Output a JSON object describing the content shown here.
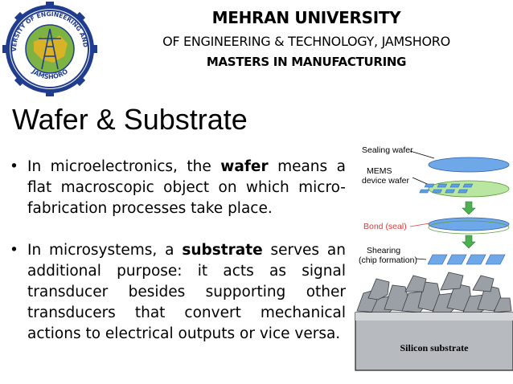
{
  "header": {
    "line1": "MEHRAN UNIVERSITY",
    "line2": "OF ENGINEERING & TECHNOLOGY, JAMSHORO",
    "line3": "MASTERS IN MANUFACTURING"
  },
  "logo": {
    "ring_text_top": "MEHRAN UNIVERSITY OF ENGINEERING AND TECHNOLOGY",
    "ring_text_bottom": "JAMSHORO",
    "colors": {
      "blue": "#1f3c8f",
      "green": "#7cb342",
      "gold": "#e8b320"
    }
  },
  "slide": {
    "title": "Wafer & Substrate",
    "bullets": [
      {
        "marker": "•",
        "before": "In microelectronics, the ",
        "bold": "wafer",
        "after": " means a flat macroscopic object on which micro-fabrication processes take place."
      },
      {
        "marker": "•",
        "before": "In microsystems, a ",
        "bold": "substrate",
        "after": " serves an additional purpose: it acts as signal transducer besides supporting other transducers that convert mechanical actions to electrical outputs or vice versa."
      }
    ]
  },
  "figure": {
    "sealing_wafer": "Sealing wafer",
    "mems_line1": "MEMS",
    "mems_line2": "device wafer",
    "bond": "Bond (seal)",
    "shearing_line1": "Shearing",
    "shearing_line2": "(chip formation)",
    "substrate": "Silicon substrate",
    "colors": {
      "wafer_blue": "#6fa8e8",
      "wafer_green": "#b9e6a0",
      "arrow_green": "#4caf50",
      "bond_red": "#e53935"
    }
  }
}
